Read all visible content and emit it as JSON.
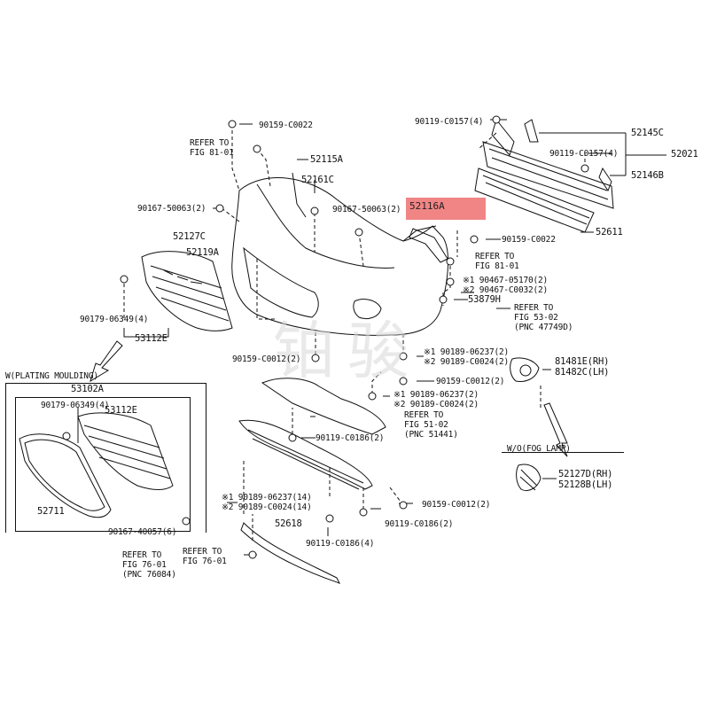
{
  "diagram": {
    "highlight_part": "52116A",
    "watermark": "铂骏",
    "part_labels": [
      "90159-C0022",
      "REFER TO",
      "FIG 81-01",
      "52115A",
      "52161C",
      "90167-50063(2)",
      "90167-50063(2)",
      "52127C",
      "52119A",
      "90179-06349(4)",
      "53112E",
      "90119-C0157(4)",
      "52145C",
      "90119-C0157(4)",
      "52146B",
      "52021",
      "90159-C0022",
      "52611",
      "REFER TO",
      "FIG 81-01",
      "※1 90467-05170(2)",
      "※2 90467-C0032(2)",
      "53879H",
      "REFER TO",
      "FIG 53-02",
      "(PNC 47749D)",
      "90159-C0012(2)",
      "※1 90189-06237(2)",
      "※2 90189-C0024(2)",
      "90159-C0012(2)",
      "81481E(RH)",
      "81482C(LH)",
      "※1 90189-06237(2)",
      "※2 90189-C0024(2)",
      "REFER TO",
      "FIG 51-02",
      "(PNC 51441)",
      "90119-C0186(2)",
      "W/O(FOG LAMP)",
      "52127D(RH)",
      "52128B(LH)",
      "W(PLATING MOULDING)",
      "53102A",
      "90179-06349(4)",
      "53112E",
      "52711",
      "90167-40057(6)",
      "※1 90189-06237(14)",
      "※2 90189-C0024(14)",
      "52618",
      "90159-C0012(2)",
      "90119-C0186(2)",
      "90119-C0186(4)",
      "REFER TO",
      "FIG 76-01",
      "REFER TO",
      "FIG 76-01",
      "(PNC 76084)"
    ]
  }
}
